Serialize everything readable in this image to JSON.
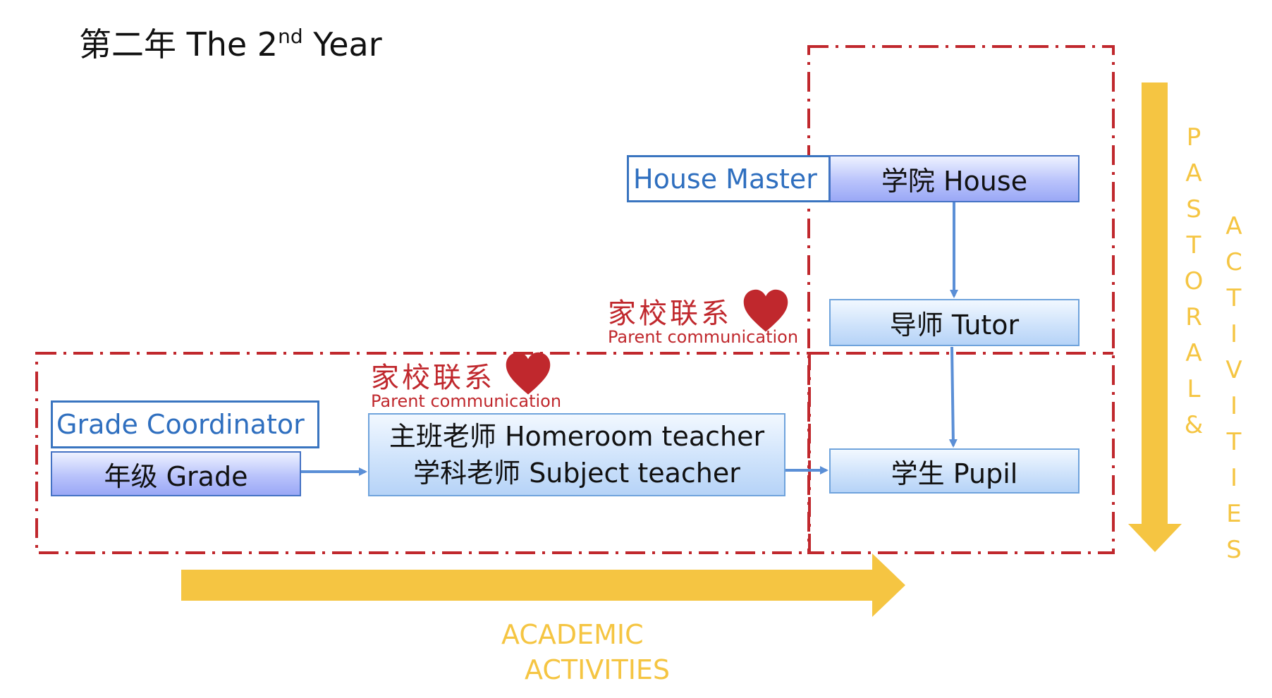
{
  "title": {
    "cn": "第二年",
    "en_prefix": "The 2",
    "en_sup": "nd",
    "en_suffix": "Year"
  },
  "labels": {
    "house_master": "House Master",
    "grade_coordinator": "Grade Coordinator"
  },
  "boxes": {
    "house": "学院 House",
    "tutor": "导师 Tutor",
    "pupil": "学生 Pupil",
    "grade": "年级 Grade",
    "homeroom": "主班老师 Homeroom teacher",
    "subject": "学科老师 Subject teacher"
  },
  "parent_comm": {
    "cn": "家校联系",
    "en": "Parent communication"
  },
  "pastoral": {
    "col1": [
      "P",
      "A",
      "S",
      "T",
      "O",
      "R",
      "A",
      "L",
      "&"
    ],
    "col2": [
      "A",
      "C",
      "T",
      "I",
      "V",
      "I",
      "T",
      "I",
      "E",
      "S"
    ]
  },
  "academic": {
    "line1": "ACADEMIC",
    "line2": "ACTIVITIES"
  },
  "colors": {
    "dashed_border": "#c0282d",
    "arrow_yellow": "#f5c542",
    "connector_blue": "#5b8fd6",
    "heart_red": "#c0282d"
  }
}
